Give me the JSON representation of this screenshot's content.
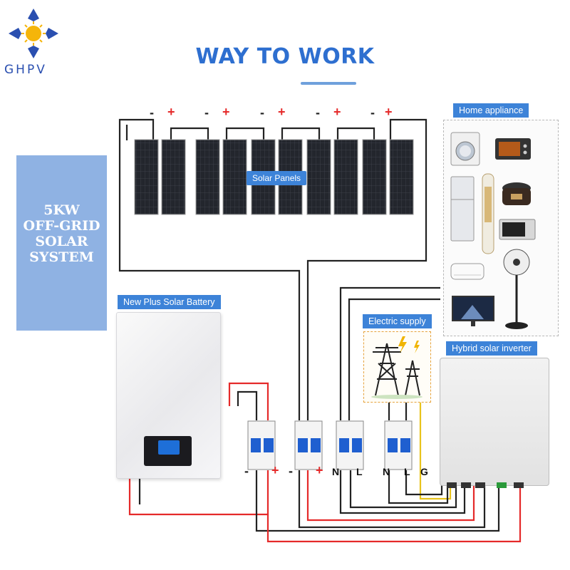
{
  "brand": {
    "name": "GHPV"
  },
  "title": "WAY TO WORK",
  "system_label": [
    "5KW",
    "OFF-GRID",
    "SOLAR",
    "SYSTEM"
  ],
  "labels": {
    "home_appliance": "Home appliance",
    "solar_panels": "Solar Panels",
    "battery": "New Plus Solar Battery",
    "electric_supply": "Electric supply",
    "inverter": "Hybrid solar inverter"
  },
  "panel_polarity": {
    "minus": "-",
    "plus": "+"
  },
  "bottom_terminals": [
    "-",
    "+",
    "-",
    "+",
    "N",
    "L",
    "N",
    "L",
    "G"
  ],
  "colors": {
    "accent": "#3d83d8",
    "title": "#2e6fd0",
    "system_box": "#8fb2e3",
    "wire_positive": "#e52a2a",
    "wire_negative": "#222222",
    "wire_ground": "#e8c31c"
  },
  "appliance_icons": [
    "washing-machine-icon",
    "toaster-oven-icon",
    "refrigerator-icon",
    "tower-air-conditioner-icon",
    "rice-cooker-icon",
    "microwave-icon",
    "air-conditioner-icon",
    "electric-fan-icon",
    "television-icon"
  ]
}
